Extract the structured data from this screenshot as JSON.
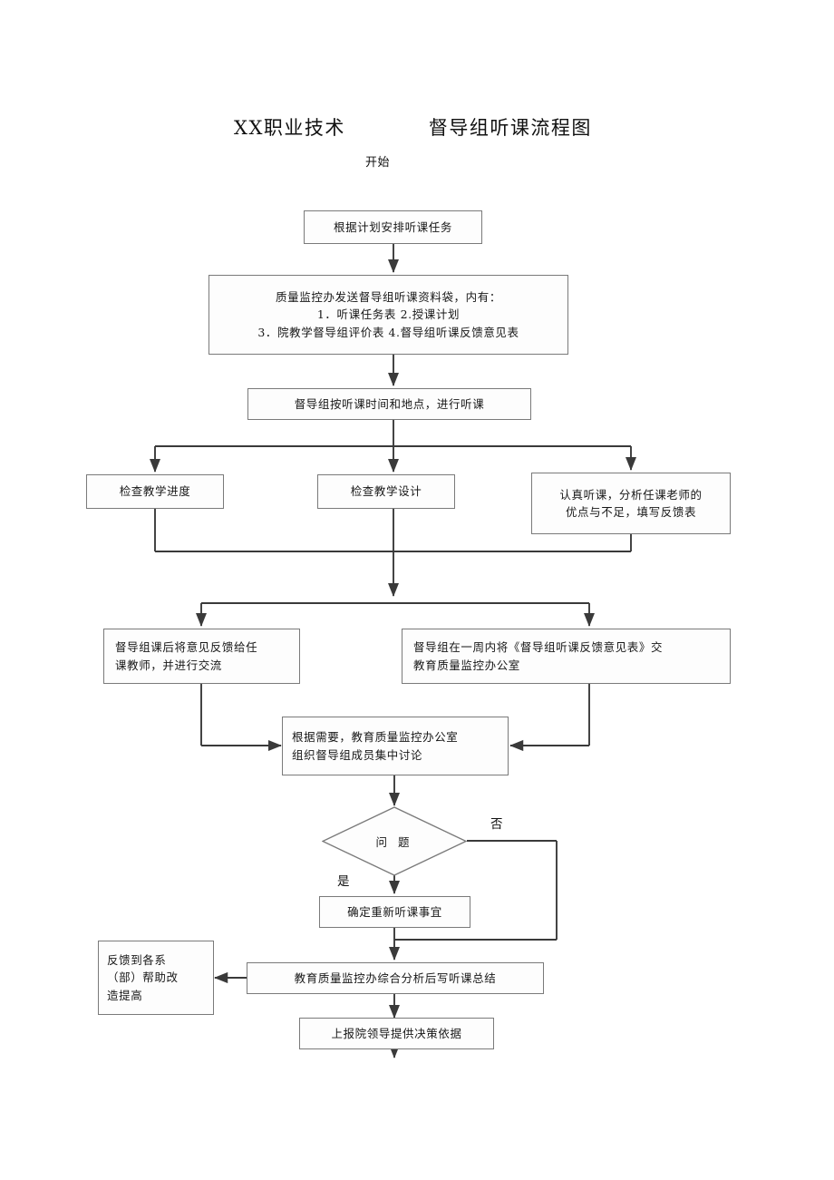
{
  "title": {
    "left": "XX职业技术",
    "right": "督导组听课流程图"
  },
  "start_label": "开始",
  "nodes": {
    "plan_task": {
      "lines": [
        "根据计划安排听课任务"
      ]
    },
    "materials": {
      "lines": [
        "质量监控办发送督导组听课资料袋，内有：",
        "1．听课任务表             2.授课计划",
        "3．院教学督导组评价表  4.督导组听课反馈意见表"
      ]
    },
    "attend_class": {
      "lines": [
        "督导组按听课时间和地点，进行听课"
      ]
    },
    "check_progress": {
      "lines": [
        "检查教学进度"
      ]
    },
    "check_design": {
      "lines": [
        "检查教学设计"
      ]
    },
    "listen_analyze": {
      "lines": [
        "认真听课，分析任课老师的",
        "优点与不足，填写反馈表"
      ]
    },
    "feedback_teacher": {
      "lines": [
        "督导组课后将意见反馈给任",
        "课教师，并进行交流"
      ]
    },
    "submit_form": {
      "lines": [
        "督导组在一周内将《督导组听课反馈意见表》交",
        "教育质量监控办公室"
      ]
    },
    "group_discussion": {
      "lines": [
        "根据需要，教育质量监控办公室",
        "组织督导组成员集中讨论"
      ]
    },
    "decision": {
      "text": "问 题"
    },
    "re_listen": {
      "lines": [
        "确定重新听课事宜"
      ]
    },
    "feedback_dept": {
      "lines": [
        "反馈到各系",
        "（部）帮助改",
        "造提高"
      ]
    },
    "summary": {
      "lines": [
        "教育质量监控办综合分析后写听课总结"
      ]
    },
    "report_leader": {
      "lines": [
        "上报院领导提供决策依据"
      ]
    }
  },
  "edge_labels": {
    "yes": "是",
    "no": "否"
  },
  "colors": {
    "line": "#3a3a3a",
    "box_border": "#7a7a7a",
    "background": "#ffffff",
    "text": "#171717"
  }
}
